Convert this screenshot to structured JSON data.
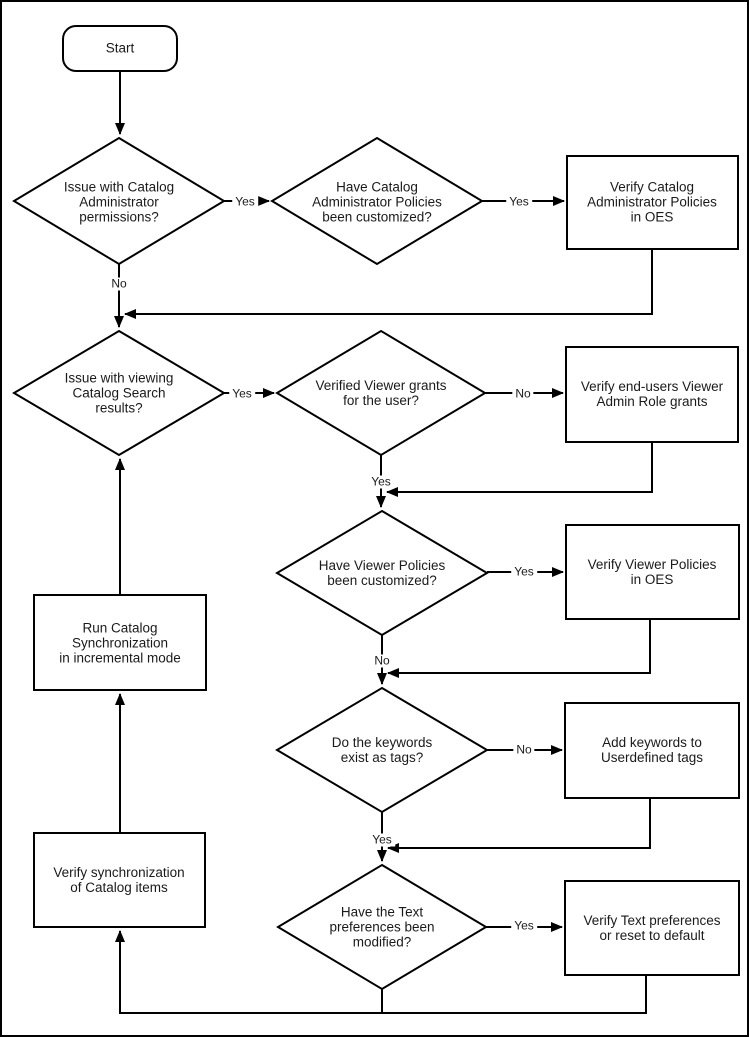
{
  "diagram": {
    "kind": "flowchart",
    "colors": {
      "line": "#000000",
      "shape_fill": "#ffffff",
      "text": "#1a1a1a",
      "background": "#ffffff"
    },
    "nodes": {
      "start": {
        "type": "terminator",
        "label": "Start"
      },
      "d1": {
        "type": "decision",
        "label": "Issue with Catalog\nAdministrator\npermissions?"
      },
      "d2": {
        "type": "decision",
        "label": "Have Catalog\nAdministrator Policies\nbeen customized?"
      },
      "b1": {
        "type": "process",
        "label": "Verify Catalog\nAdministrator Policies\nin OES"
      },
      "d3": {
        "type": "decision",
        "label": "Issue with viewing\nCatalog Search\nresults?"
      },
      "d4": {
        "type": "decision",
        "label": "Verified Viewer grants\nfor the user?"
      },
      "b2": {
        "type": "process",
        "label": "Verify end-users Viewer\nAdmin Role grants"
      },
      "d5": {
        "type": "decision",
        "label": "Have Viewer Policies\nbeen customized?"
      },
      "b3": {
        "type": "process",
        "label": "Verify Viewer Policies\nin OES"
      },
      "d6": {
        "type": "decision",
        "label": "Do the keywords\nexist as tags?"
      },
      "b4": {
        "type": "process",
        "label": "Add keywords to\nUserdefined tags"
      },
      "d7": {
        "type": "decision",
        "label": "Have the Text\npreferences been\nmodified?"
      },
      "b5": {
        "type": "process",
        "label": "Verify Text preferences\nor reset to default"
      },
      "b6": {
        "type": "process",
        "label": "Run Catalog\nSynchronization\nin incremental mode"
      },
      "b7": {
        "type": "process",
        "label": "Verify synchronization\nof Catalog items"
      }
    },
    "edge_labels": {
      "d1_yes": "Yes",
      "d1_no": "No",
      "d2_yes": "Yes",
      "d3_yes": "Yes",
      "d4_no": "No",
      "d4_yes": "Yes",
      "d5_yes": "Yes",
      "d5_no": "No",
      "d6_no": "No",
      "d6_yes": "Yes",
      "d7_yes": "Yes"
    }
  }
}
